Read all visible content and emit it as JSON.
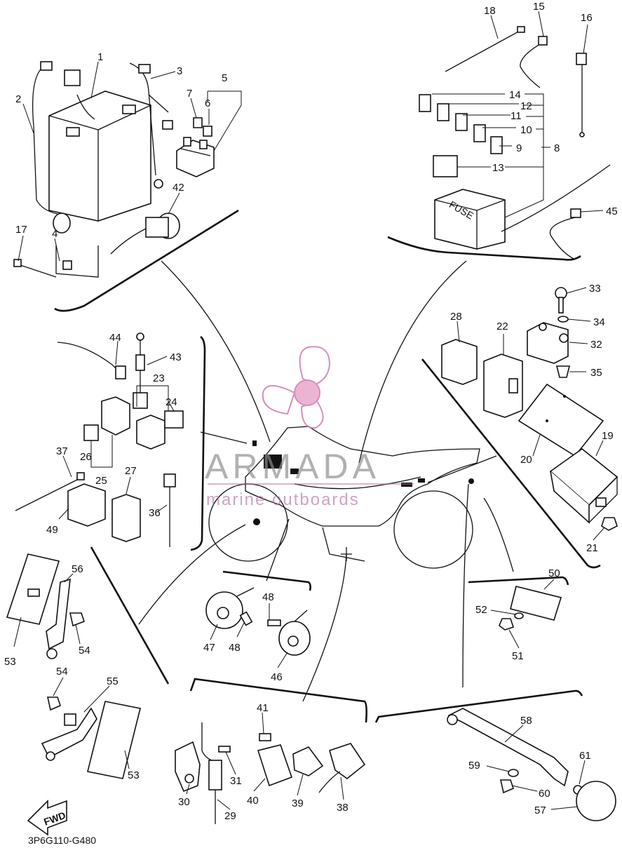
{
  "diagram": {
    "code": "3P6G110-G480",
    "fuse_label": "FUSE",
    "fwd_label": "FWD",
    "watermark": {
      "brand": "ARMADA",
      "tagline": "marine outboards"
    },
    "callouts": [
      "1",
      "2",
      "3",
      "4",
      "5",
      "6",
      "7",
      "8",
      "9",
      "10",
      "11",
      "12",
      "13",
      "14",
      "15",
      "16",
      "17",
      "18",
      "19",
      "20",
      "21",
      "22",
      "23",
      "24",
      "25",
      "26",
      "27",
      "28",
      "29",
      "30",
      "31",
      "32",
      "33",
      "34",
      "35",
      "36",
      "37",
      "38",
      "39",
      "40",
      "41",
      "42",
      "43",
      "44",
      "45",
      "46",
      "47",
      "48",
      "48",
      "49",
      "50",
      "51",
      "52",
      "53",
      "53",
      "54",
      "54",
      "55",
      "56",
      "57",
      "58",
      "59",
      "60",
      "61"
    ]
  }
}
